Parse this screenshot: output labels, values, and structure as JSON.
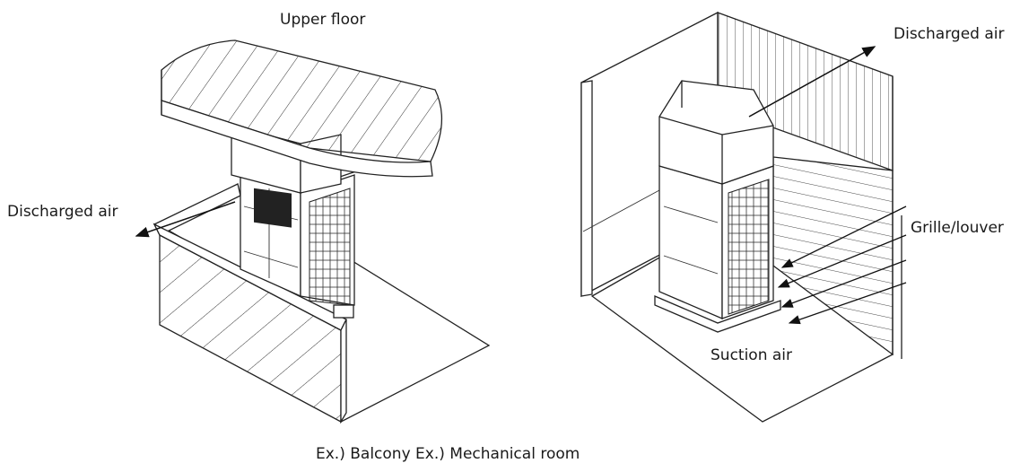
{
  "labels": {
    "upper_floor": "Upper floor",
    "discharged_air_left": "Discharged air",
    "discharged_air_right": "Discharged air",
    "grille_louver": "Grille/louver",
    "suction_air": "Suction air",
    "caption": "Ex.) Balcony Ex.) Mechanical room"
  }
}
